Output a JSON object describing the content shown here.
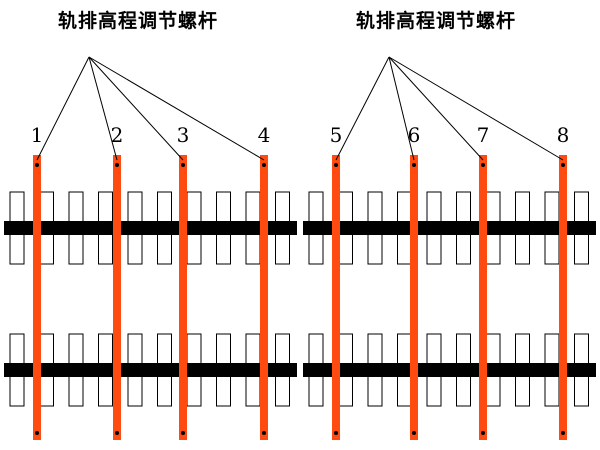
{
  "captions": {
    "left": "轨排高程调节螺杆",
    "right": "轨排高程调节螺杆"
  },
  "rod_numbers": [
    "1",
    "2",
    "3",
    "4",
    "5",
    "6",
    "7",
    "8"
  ],
  "colors": {
    "rod": "#ff4a10",
    "rail": "#000000",
    "sleeper_border": "#000000",
    "background": "#ffffff",
    "leader_line": "#000000"
  }
}
